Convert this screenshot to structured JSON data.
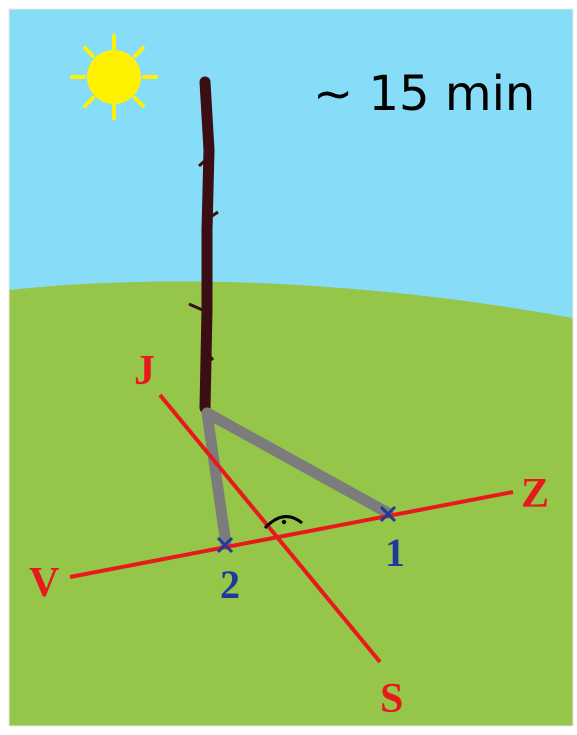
{
  "time_note": "~ 15 min",
  "directions": {
    "north": "S",
    "south": "J",
    "east": "V",
    "west": "Z"
  },
  "marks": {
    "first": "1",
    "second": "2"
  },
  "colors": {
    "sky": "#87DDF7",
    "grass": "#95C64A",
    "sun": "#FFF200",
    "stick": "#3A0E12",
    "shadow": "#7C7C7C",
    "line": "#E8191D",
    "label_red": "#E8191D",
    "label_blue": "#1F3A9C"
  }
}
